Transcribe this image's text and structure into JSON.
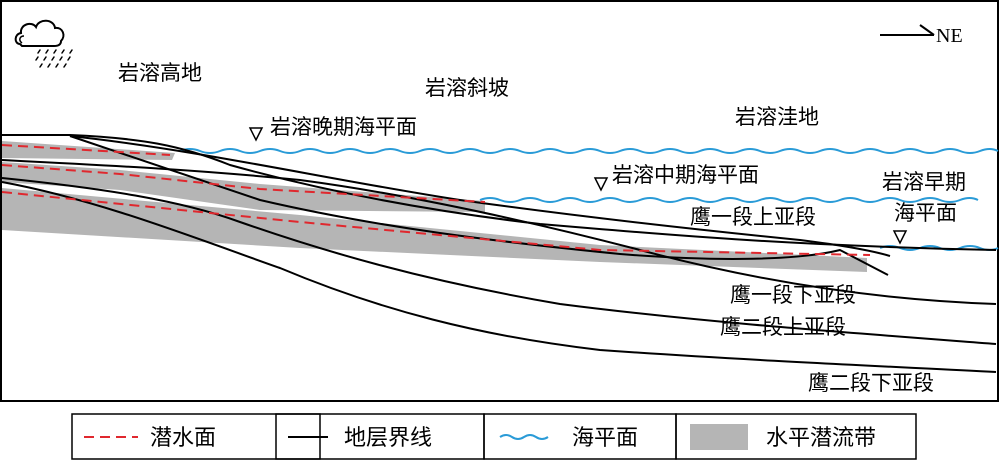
{
  "colors": {
    "water_table": "#e0282e",
    "stratum_line": "#000000",
    "sea_level": "#2a9bd7",
    "flow_zone": "#b5b5b5",
    "frame": "#000000"
  },
  "icons": {
    "weather": "rain-cloud-icon",
    "direction": "ne-arrow-icon",
    "level_marker": "sea-level-triangle-icon"
  },
  "header": {
    "direction_label": "NE"
  },
  "zones": {
    "highland": "岩溶高地",
    "slope": "岩溶斜坡",
    "depression": "岩溶洼地"
  },
  "sea_levels": {
    "late": "岩溶晚期海平面",
    "middle": "岩溶中期海平面",
    "early_line1": "岩溶早期",
    "early_line2": "海平面"
  },
  "strata": {
    "ying1_upper": "鹰一段上亚段",
    "ying1_lower": "鹰一段下亚段",
    "ying2_upper": "鹰二段上亚段",
    "ying2_lower": "鹰二段下亚段"
  },
  "legend": {
    "water_table": "潜水面",
    "stratum_boundary": "地层界线",
    "sea_level": "海平面",
    "horizontal_flow_zone": "水平潜流带"
  }
}
